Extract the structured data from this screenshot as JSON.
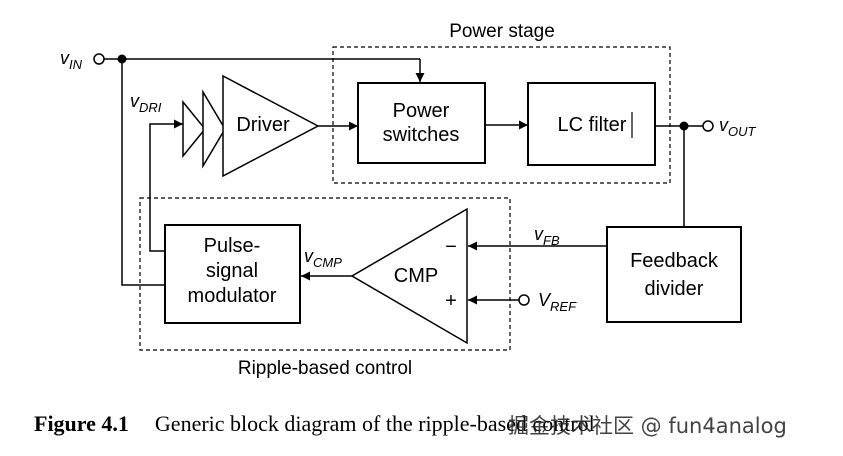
{
  "groups": {
    "power_stage": "Power stage",
    "ripple_control": "Ripple-based control"
  },
  "blocks": {
    "driver": "Driver",
    "power_switches": [
      "Power",
      "switches"
    ],
    "lc_filter": "LC filter",
    "cmp": "CMP",
    "modulator": [
      "Pulse-",
      "signal",
      "modulator"
    ],
    "feedback": [
      "Feedback",
      "divider"
    ]
  },
  "signals": {
    "vin": {
      "main": "v",
      "sub": "IN"
    },
    "vdri": {
      "main": "v",
      "sub": "DRI"
    },
    "vout": {
      "main": "v",
      "sub": "OUT"
    },
    "vfb": {
      "main": "v",
      "sub": "FB"
    },
    "vcmp": {
      "main": "v",
      "sub": "CMP"
    },
    "vref": {
      "main": "V",
      "sub": "REF"
    }
  },
  "comparator_inputs": {
    "minus": "−",
    "plus": "+"
  },
  "caption": {
    "label": "Figure 4.1",
    "text": "Generic block diagram of the ripple-based control"
  },
  "watermark": "掘金技术社区 @ fun4analog"
}
